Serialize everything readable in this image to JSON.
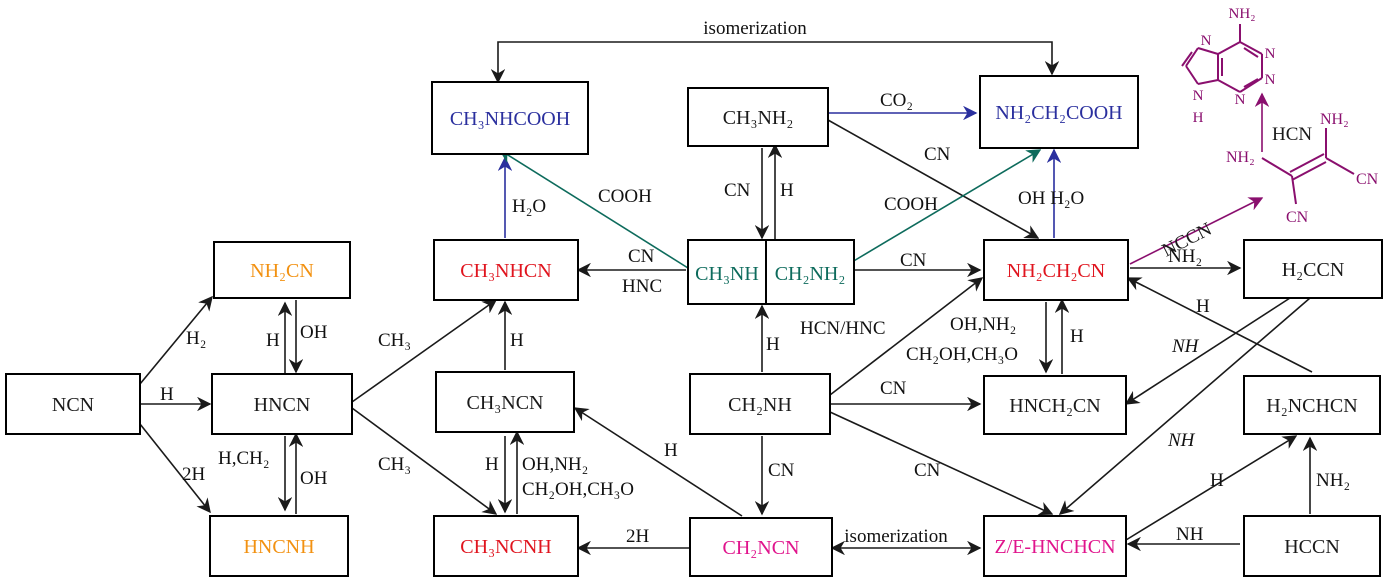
{
  "colors": {
    "black": "#1a1a1a",
    "blue": "#2a2f9e",
    "teal": "#0d6b5c",
    "red": "#e0141e",
    "orange": "#f29111",
    "magenta": "#e0148c",
    "purple": "#8a0f6e"
  },
  "nodes": {
    "ncn": "NCN",
    "hncn": "HNCN",
    "nh2cn": "NH₂CN",
    "hncnh": "HNCNH",
    "ch3nhcn": "CH₃NHCN",
    "ch3ncn": "CH₃NCN",
    "ch3ncnh": "CH₃NCNH",
    "ch3nhcooh": "CH₃NHCOOH",
    "ch3nh2": "CH₃NH₂",
    "ch3nh": "CH₃NH",
    "ch2nh2": "CH₂NH₂",
    "ch2nh": "CH₂NH",
    "ch2ncn": "CH₂NCN",
    "nh2ch2cooh": "NH₂CH₂COOH",
    "nh2ch2cn": "NH₂CH₂CN",
    "hnch2cn": "HNCH₂CN",
    "zehnchcn": "Z/E-HNCHCN",
    "h2ccn": "H₂CCN",
    "h2nchcn": "H₂NCHCN",
    "hccn": "HCCN"
  },
  "labels": {
    "isomerization_top": "isomerization",
    "isomerization_bottom": "isomerization",
    "h2": "H₂",
    "h_ncn": "H",
    "two_h": "2H",
    "h_up": "H",
    "oh_down": "OH",
    "h_ch2": "H,CH₂",
    "oh_up": "OH",
    "ch3_up": "CH₃",
    "ch3_down": "CH₃",
    "h2o_left": "H₂O",
    "h_ch3ncn": "H",
    "h_ch3ncnh": "H",
    "oh_nh2": "OH,NH₂",
    "ch2oh_ch3o": "CH₂OH,CH₃O",
    "two_h_bottom": "2H",
    "h_diag": "H",
    "cooh_left": "COOH",
    "cn_hnc_cn": "CN",
    "cn_hnc_hnc": "HNC",
    "cn_down": "CN",
    "h_up_ch3nh2": "H",
    "h_ch2nh": "H",
    "cn_ch2nh": "CN",
    "co2": "CO₂",
    "cn_diag": "CN",
    "cooh_right": "COOH",
    "oh_h2o": "OH H₂O",
    "cn_right": "CN",
    "hcn_hnc": "HCN/HNC",
    "oh_nh2_right": "OH,NH₂",
    "ch2oh_ch3o_right": "CH₂OH,CH₃O",
    "h_right": "H",
    "cn_hnch2cn": "CN",
    "cn_zhnchcn": "CN",
    "nccn": "NCCN",
    "nh2_h2ccn": "NH₂",
    "h_h2nchcn": "H",
    "nh_left": "NH",
    "nh_down": "NH",
    "h_lower": "H",
    "nh2_hccn": "NH₂",
    "nh_bottom": "NH",
    "hcn_adenine": "HCN"
  },
  "molecules": {
    "adenine": {
      "nh2_top": "NH₂",
      "n_left_top": "N",
      "n_right_top": "N",
      "n_left_bottom": "N",
      "n_right_bottom": "N",
      "n_h": "N",
      "h": "H"
    },
    "diaminomaleonitrile": {
      "nh2_top": "NH₂",
      "nh2_left": "NH₂",
      "cn_right": "CN",
      "cn_bottom": "CN"
    }
  }
}
